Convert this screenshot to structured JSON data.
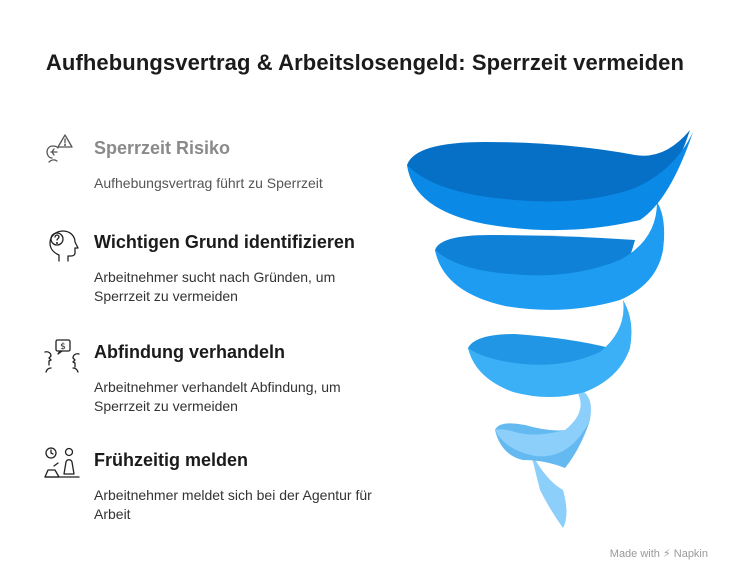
{
  "title": "Aufhebungsvertrag & Arbeitslosengeld: Sperrzeit vermeiden",
  "steps": [
    {
      "heading": "Sperrzeit Risiko",
      "desc": "Aufhebungsvertrag führt zu Sperrzeit",
      "icon": "warning-person-icon",
      "muted": true
    },
    {
      "heading": "Wichtigen Grund identifizieren",
      "desc": "Arbeitnehmer sucht nach Gründen, um Sperrzeit zu vermeiden",
      "icon": "question-head-icon"
    },
    {
      "heading": "Abfindung verhandeln",
      "desc": "Arbeitnehmer verhandelt Abfindung, um Sperrzeit zu vermeiden",
      "icon": "negotiation-money-icon"
    },
    {
      "heading": "Frühzeitig melden",
      "desc": "Arbeitnehmer meldet sich bei der Agentur für Arbeit",
      "icon": "clock-person-icon"
    }
  ],
  "colors": {
    "band1": "#0a8ae6",
    "band2": "#1e9cf2",
    "band3": "#3cb0f7",
    "band4": "#8ccffb",
    "band1_inner": "#0670c7",
    "band2_inner": "#0f82d8",
    "band3_inner": "#2096e4",
    "band4_inner": "#64b9f1"
  },
  "brand": "Made with ⚡ Napkin"
}
